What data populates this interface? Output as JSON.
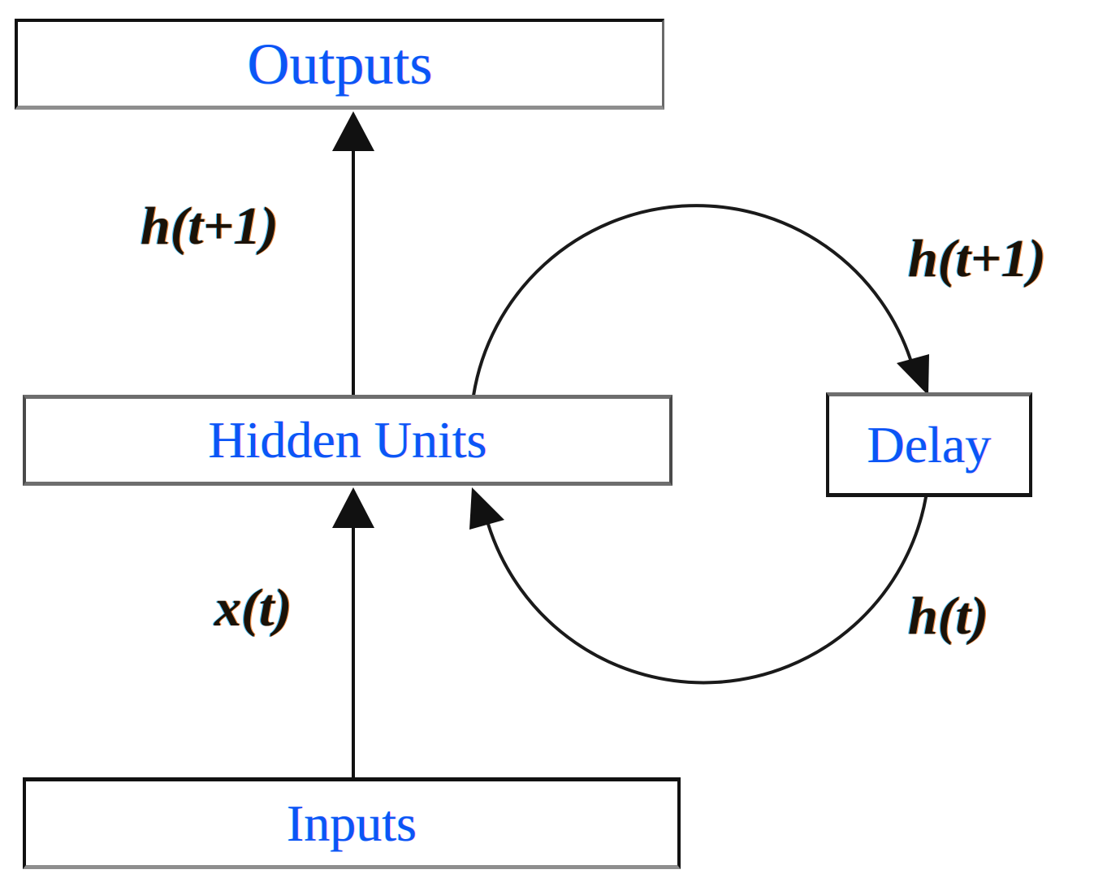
{
  "diagram": {
    "title": "Recurrent neural network unfolding (Elman-style) block diagram",
    "background_color": "#ffffff",
    "node_text_color": "#0b56f5",
    "edge_label_color": "#1a1208",
    "edge_line_color": "#111111",
    "nodes": [
      {
        "id": "outputs",
        "label": "Outputs"
      },
      {
        "id": "hidden",
        "label": "Hidden Units"
      },
      {
        "id": "delay",
        "label": "Delay"
      },
      {
        "id": "inputs",
        "label": "Inputs"
      }
    ],
    "edges": [
      {
        "id": "hidden-to-outputs",
        "from": "hidden",
        "to": "outputs",
        "label": "h(t+1)",
        "shape": "straight-vertical-up"
      },
      {
        "id": "inputs-to-hidden",
        "from": "inputs",
        "to": "hidden",
        "label": "x(t)",
        "shape": "straight-vertical-up"
      },
      {
        "id": "hidden-to-delay",
        "from": "hidden",
        "to": "delay",
        "label": "h(t+1)",
        "shape": "arc-clockwise-top"
      },
      {
        "id": "delay-to-hidden",
        "from": "delay",
        "to": "hidden",
        "label": "h(t)",
        "shape": "arc-clockwise-bottom"
      }
    ]
  }
}
